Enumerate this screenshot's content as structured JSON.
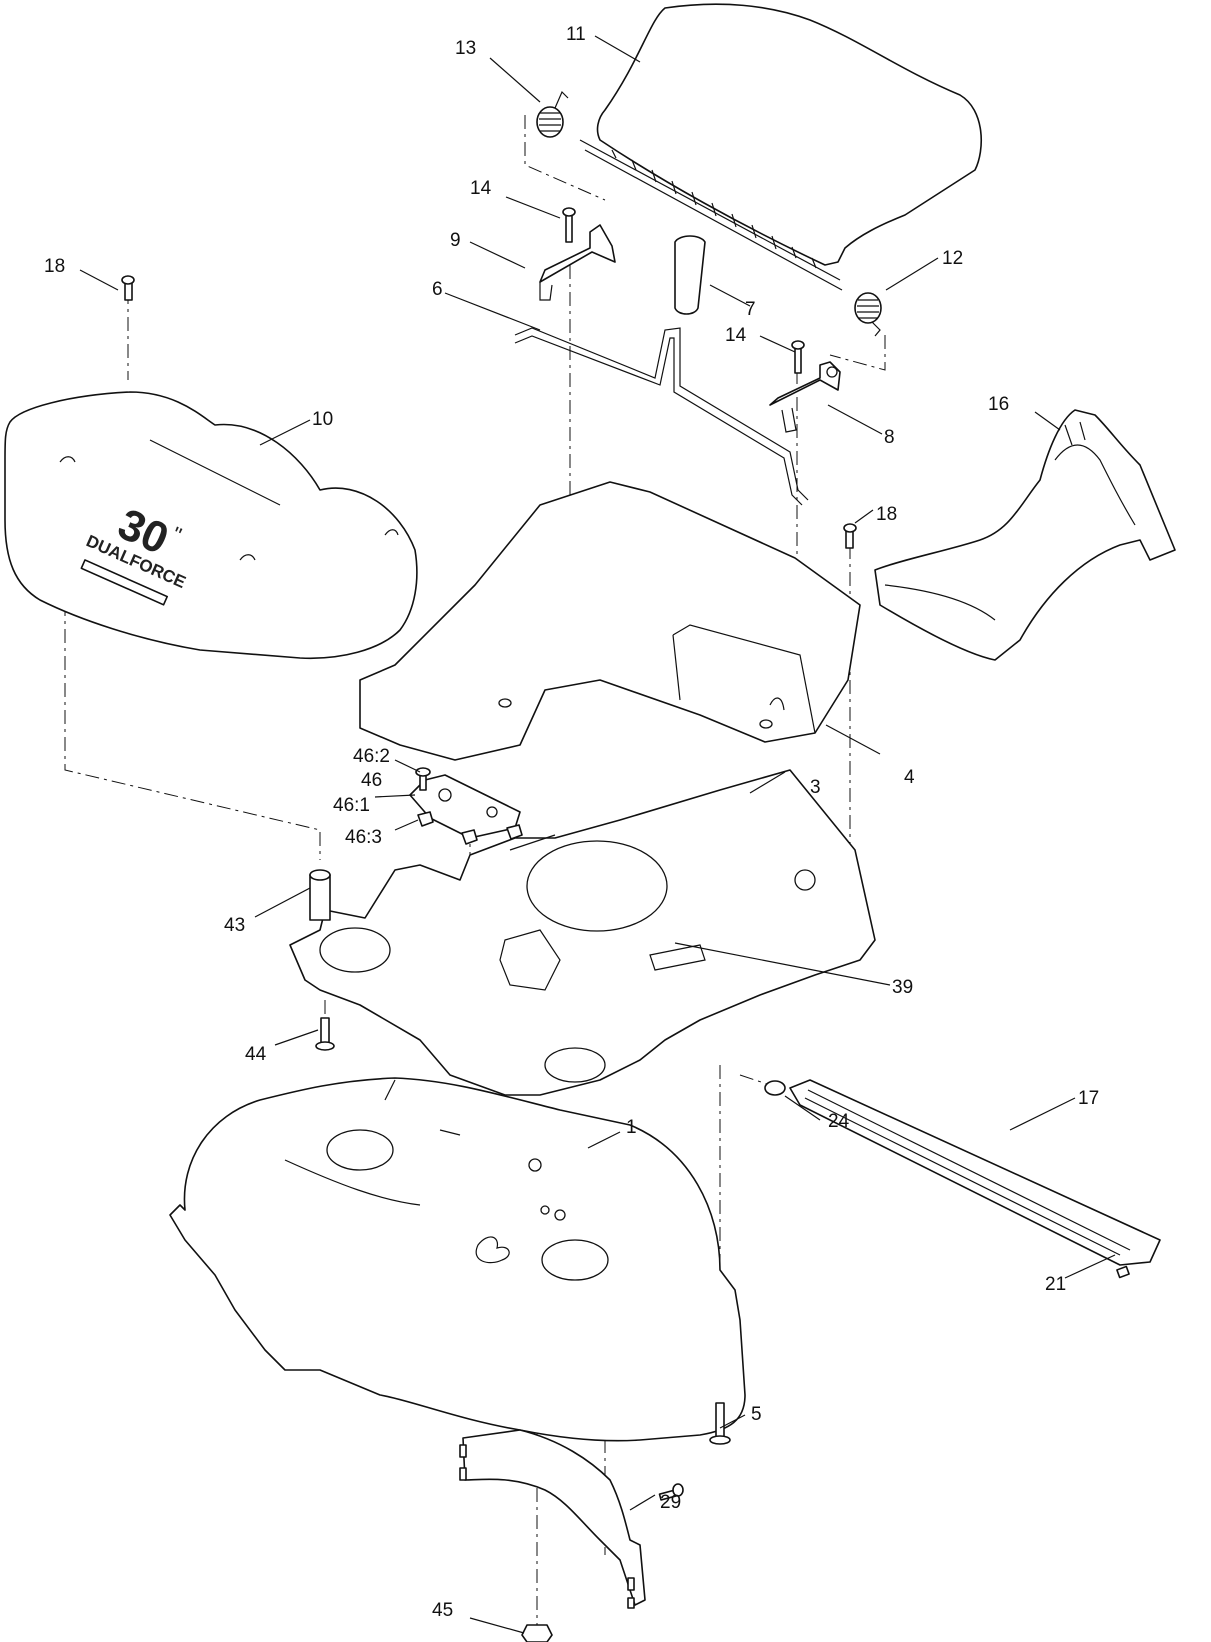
{
  "callouts": {
    "c1": "1",
    "c3": "3",
    "c4": "4",
    "c5": "5",
    "c6": "6",
    "c7": "7",
    "c8": "8",
    "c9": "9",
    "c10": "10",
    "c11": "11",
    "c12": "12",
    "c13": "13",
    "c14a": "14",
    "c14b": "14",
    "c16": "16",
    "c17": "17",
    "c18a": "18",
    "c18b": "18",
    "c21": "21",
    "c24": "24",
    "c29": "29",
    "c39": "39",
    "c43": "43",
    "c44": "44",
    "c45": "45",
    "c46": "46",
    "c46_1": "46:1",
    "c46_2": "46:2",
    "c46_3": "46:3"
  },
  "cover_decal": {
    "size": "30",
    "inch_mark": "\"",
    "line1": "DUALFORCE"
  }
}
